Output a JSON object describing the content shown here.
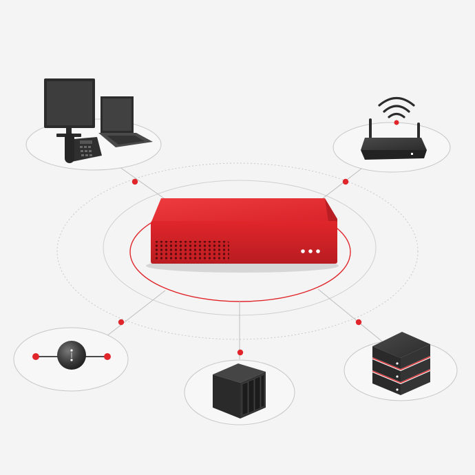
{
  "diagram": {
    "hub": {
      "name": "central-appliance",
      "color": "#e0262b",
      "indicator_count": 3
    },
    "nodes": [
      {
        "id": "workstation",
        "icons": [
          "monitor-icon",
          "laptop-icon",
          "desk-phone-icon"
        ]
      },
      {
        "id": "wireless-router",
        "icons": [
          "wifi-icon",
          "router-icon"
        ]
      },
      {
        "id": "network-switch-node",
        "icons": [
          "sphere-node-icon"
        ]
      },
      {
        "id": "nas-storage",
        "icons": [
          "nas-drive-icon"
        ]
      },
      {
        "id": "server-stack",
        "icons": [
          "server-stack-icon"
        ]
      }
    ],
    "colors": {
      "accent": "#e0262b",
      "device_dark": "#2f2f2f",
      "line": "#bdbdbd",
      "background": "#f4f4f4"
    }
  }
}
